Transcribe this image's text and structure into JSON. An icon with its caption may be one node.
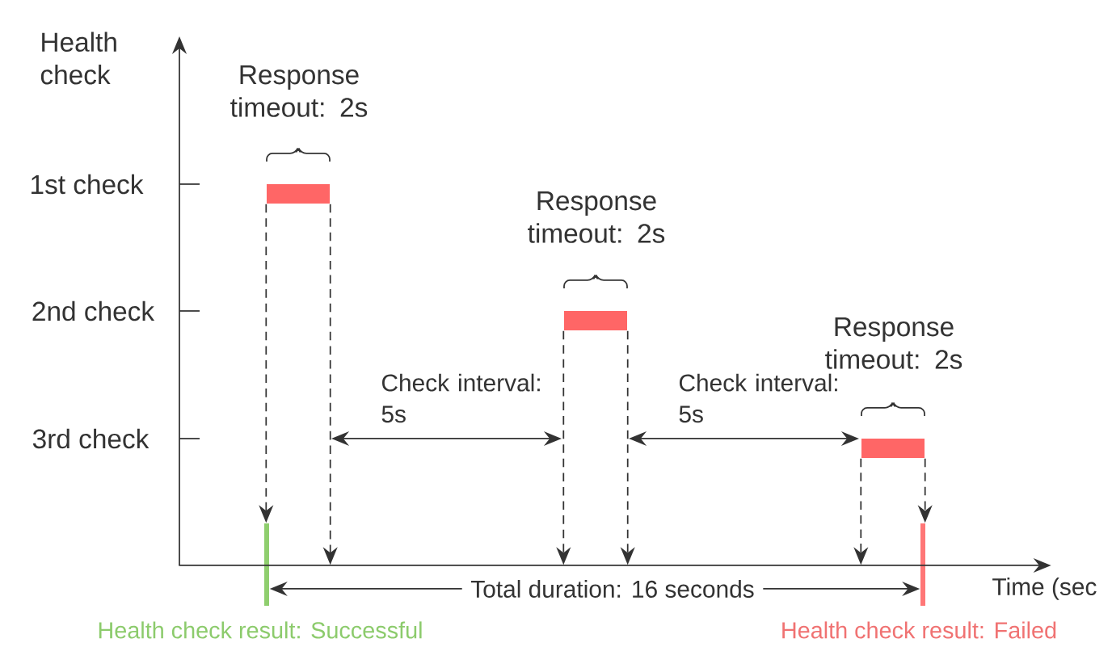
{
  "diagram": {
    "nodes": [
      {
        "text": [],
        "shape": "bar",
        "beside": [
          "Response timeout: 2s"
        ]
      },
      {
        "text": [],
        "shape": "bar",
        "beside": [
          "Response timeout: 2s"
        ]
      },
      {
        "text": [],
        "shape": "bar",
        "beside": [
          "Response timeout: 2s"
        ]
      },
      {
        "text": [],
        "shape": "bar",
        "beside": [
          "Health check result: Successful"
        ]
      },
      {
        "text": [],
        "shape": "bar",
        "beside": [
          "Health check result: Failed"
        ]
      },
      {
        "text": [],
        "shape": "line"
      }
    ],
    "edges": [
      {
        "from": 0,
        "to": 3,
        "arrow": "to",
        "style": "dashed"
      },
      {
        "from": 0,
        "to": 5,
        "arrow": "to",
        "style": "dashed"
      },
      {
        "from": 1,
        "to": 5,
        "arrow": "to",
        "style": "dashed"
      },
      {
        "from": 1,
        "to": 5,
        "arrow": "to",
        "style": "dashed"
      },
      {
        "from": 2,
        "to": 5,
        "arrow": "to",
        "style": "dashed"
      },
      {
        "from": 2,
        "to": 4,
        "arrow": "to",
        "style": "dashed"
      },
      {
        "from": 3,
        "to": 4,
        "arrow": "both",
        "label": "Total duration: 16 seconds"
      }
    ],
    "labels": [
      "Health check",
      "1st check",
      "2nd check",
      "3rd check",
      "Check interval: 5s",
      "Check interval: 5s",
      "Time (sec"
    ]
  }
}
